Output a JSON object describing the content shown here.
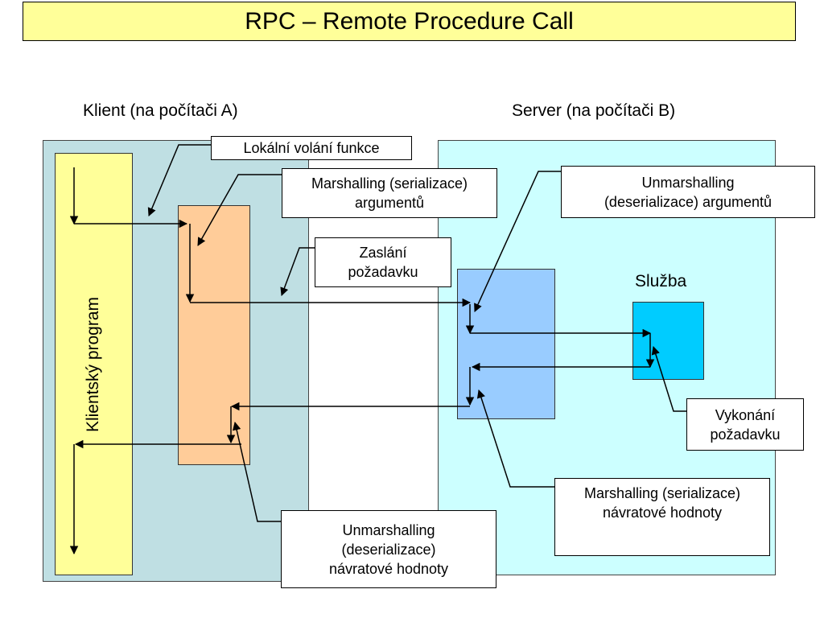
{
  "title": "RPC – Remote Procedure Call",
  "headings": {
    "client": "Klient (na počítači A)",
    "server": "Server (na počítači B)",
    "service": "Služba"
  },
  "client_program_label": "Klientský program",
  "callouts": {
    "local_call": "Lokální volání funkce",
    "marshal_args": "Marshalling (serializace)\nargumentů",
    "send_request": "Zaslání\npožadavku",
    "unmarshal_args": "Unmarshalling\n(deserializace) argumentů",
    "execute_request": "Vykonání\npožadavku",
    "marshal_return": "Marshalling (serializace)\nnávratové hodnoty",
    "unmarshal_return": "Unmarshalling\n(deserializace)\nnávratové hodnoty"
  }
}
